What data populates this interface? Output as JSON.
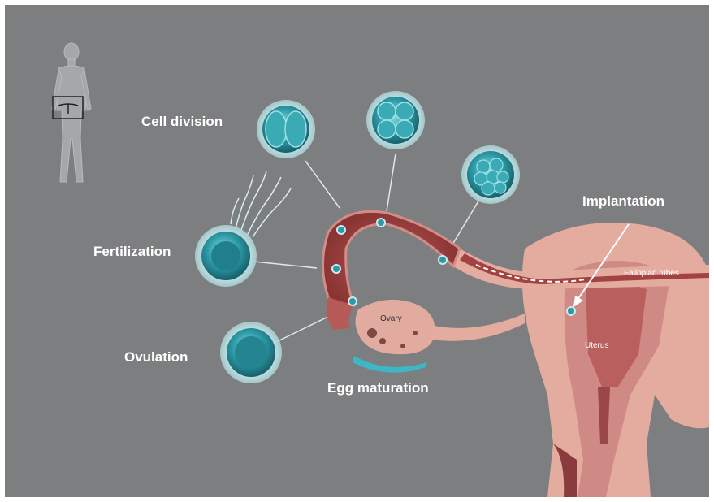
{
  "labels": {
    "cell_division": "Cell division",
    "fertilization": "Fertilization",
    "ovulation": "Ovulation",
    "egg_maturation": "Egg maturation",
    "implantation": "Implantation",
    "fallopian_tubes": "Fallopian tubes",
    "uterus": "Uterus",
    "ovary": "Ovary"
  },
  "colors": {
    "background": "#7d7e80",
    "uterus_tissue": "#e2a99c",
    "tube_inner": "#9c3f3f",
    "cell": "#2c9aa6",
    "arrow_teal": "#3fb6c6"
  }
}
